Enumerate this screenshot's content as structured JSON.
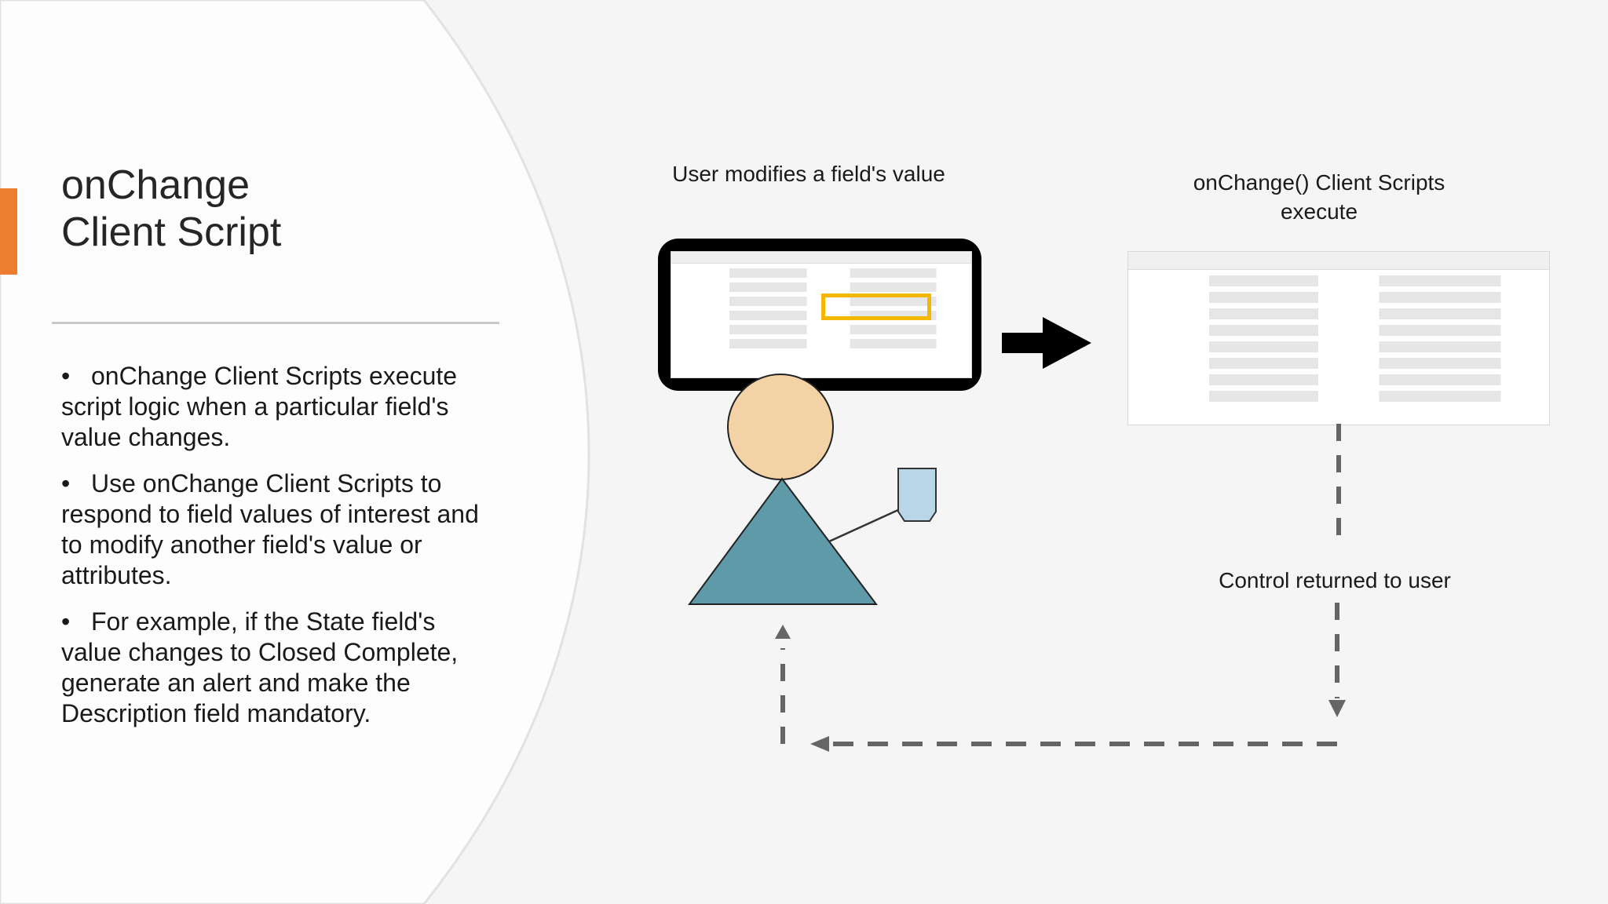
{
  "slide": {
    "title_line1": "onChange",
    "title_line2": "Client Script",
    "accent_color": "#ed7d31",
    "bullets": [
      "onChange Client Scripts execute script logic when a particular field's value changes.",
      "Use onChange Client Scripts to respond to field values of interest and to modify another field's value or attributes.",
      "For example, if the State field's value changes to Closed Complete, generate an alert and make the Description field mandatory."
    ]
  },
  "diagram": {
    "label_user_modifies": "User modifies a field's value",
    "label_scripts_line1": "onChange() Client Scripts",
    "label_scripts_line2": "execute",
    "label_control": "Control returned to user",
    "highlight_color": "#f5b800",
    "person_head_color": "#f3d3a5",
    "person_body_color": "#5f9aa8",
    "cup_color": "#b9d6e8"
  }
}
